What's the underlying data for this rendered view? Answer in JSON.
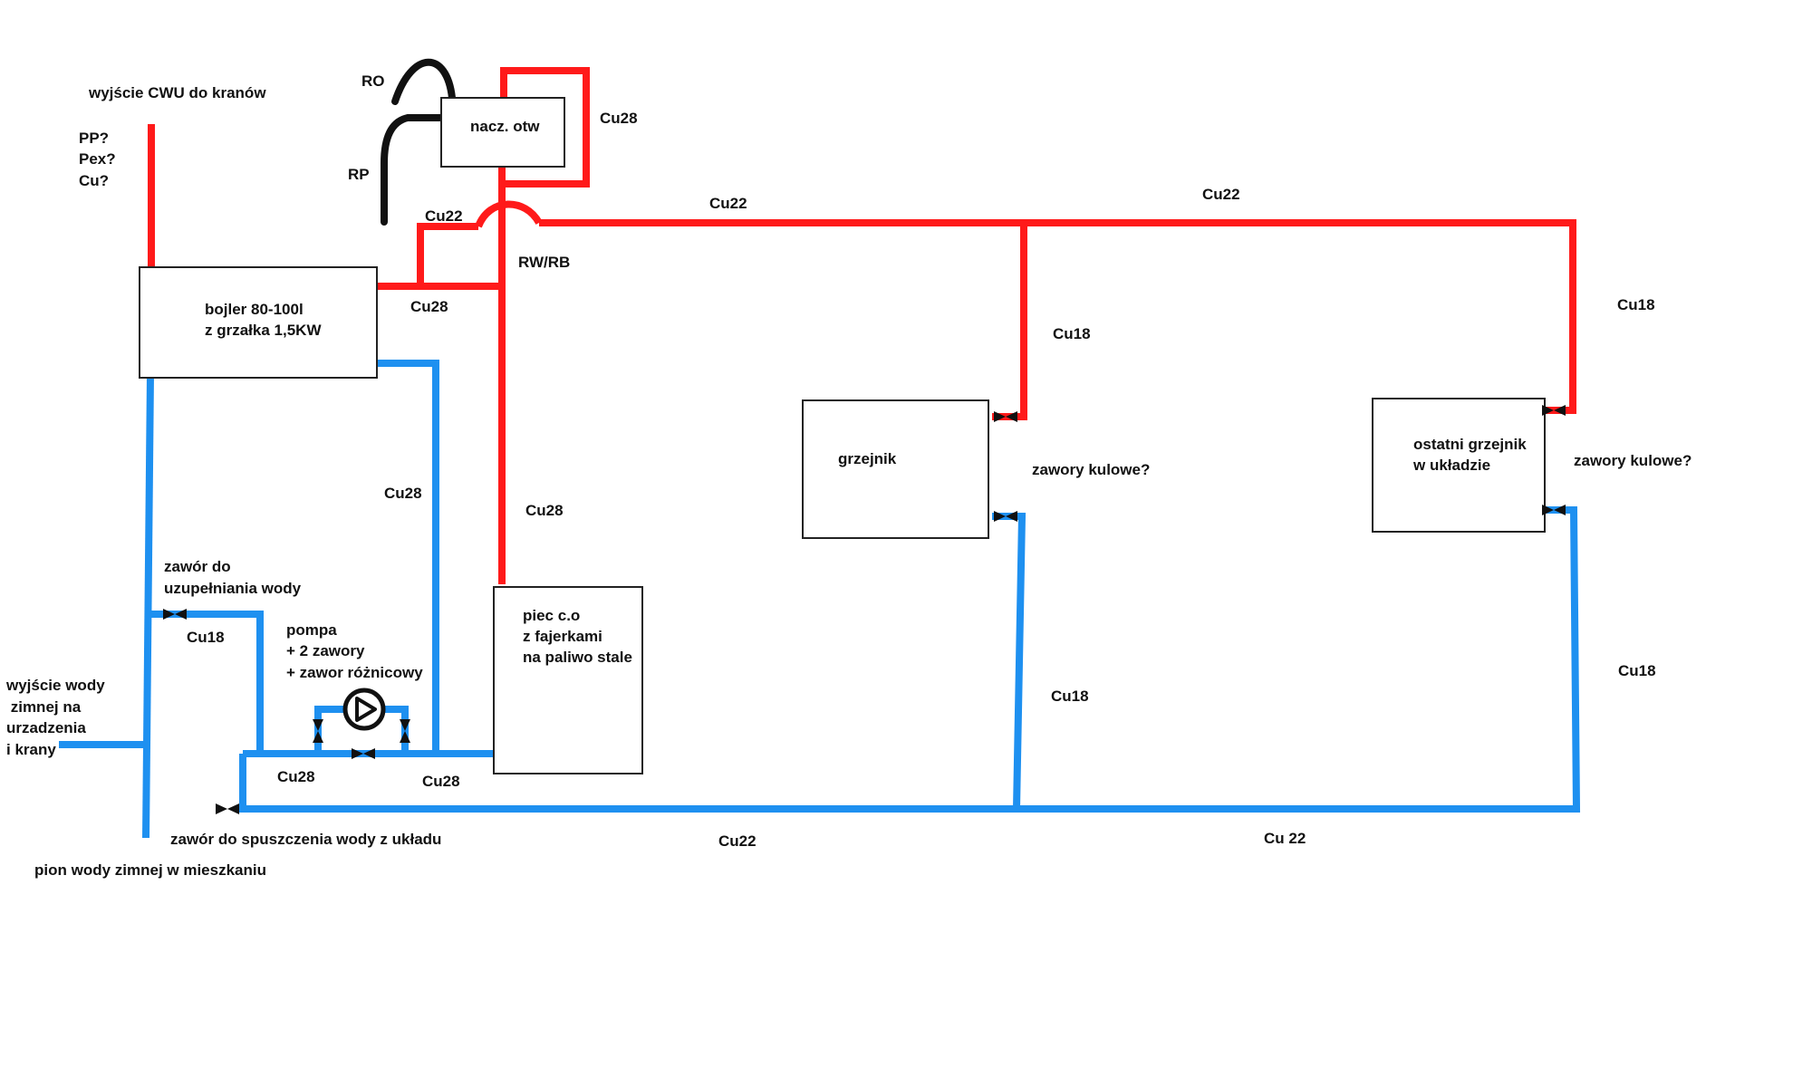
{
  "colors": {
    "hot": "#ff1a1a",
    "cold": "#1e90f0",
    "vent": "#111111",
    "box": "#222222"
  },
  "boxes": {
    "boiler": [
      "bojler 80-100l",
      "z grzałka 1,5KW"
    ],
    "expansion_tank": [
      "nacz. otw"
    ],
    "furnace": [
      "piec c.o",
      "z fajerkami",
      "na paliwo stale"
    ],
    "radiator1": [
      "grzejnik"
    ],
    "radiator2": [
      "ostatni grzejnik",
      "w układzie"
    ]
  },
  "labels": {
    "hot_water_out": "wyjście CWU do kranów",
    "material_pp": "PP?",
    "material_pex": "Pex?",
    "material_cu": "Cu?",
    "ro": "RO",
    "rp": "RP",
    "rw_rb": "RW/RB",
    "cu28_tank": "Cu28",
    "cu22_bridge": "Cu22",
    "cu22_main_a": "Cu22",
    "cu22_main_b": "Cu22",
    "cu28_boiler": "Cu28",
    "cu18_rad1_supply": "Cu18",
    "cu18_rad2_supply": "Cu18",
    "ball_valves_1": "zawory kulowe?",
    "ball_valves_2": "zawory kulowe?",
    "cu28_boiler_return": "Cu28",
    "cu28_furnace": "Cu28",
    "fill_valve": [
      "zawór do",
      "uzupełniania wody"
    ],
    "cu18_fill": "Cu18",
    "pump": [
      "pompa",
      "+ 2 zawory",
      "+ zawor różnicowy"
    ],
    "cold_water_out": [
      "wyjście wody",
      " zimnej na",
      "urzadzenia",
      "i krany"
    ],
    "cu28_pump_left": "Cu28",
    "cu28_pump_right": "Cu28",
    "drain_valve": "zawór do spuszczenia wody z układu",
    "cold_riser": "pion wody zimnej w mieszkaniu",
    "cu18_rad1_return": "Cu18",
    "cu18_rad2_return": "Cu18",
    "cu22_return_a": "Cu22",
    "cu22_return_b": "Cu 22"
  }
}
